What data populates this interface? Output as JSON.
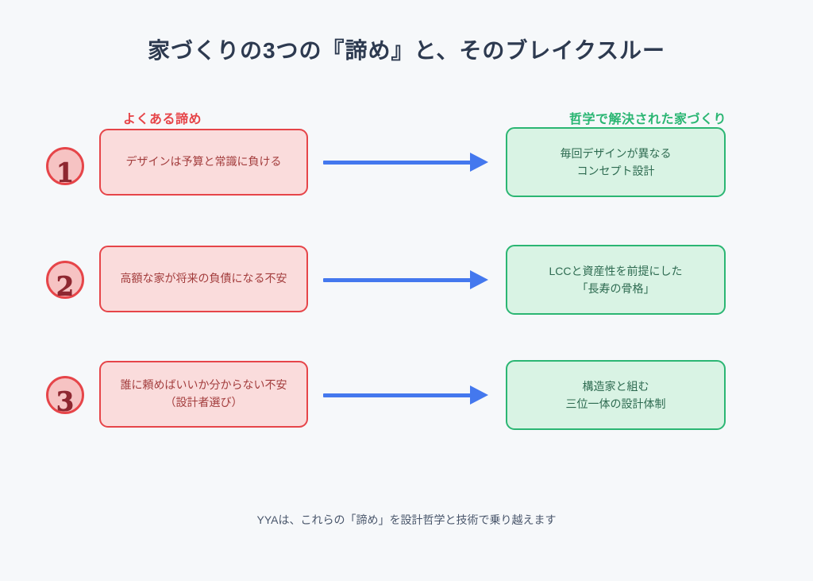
{
  "title": "家づくりの3つの『諦め』と、そのブレイクスルー",
  "columns": {
    "left_header": "よくある諦め",
    "right_header": "哲学で解決された家づくり"
  },
  "rows": [
    {
      "number": "1",
      "problem": "デザインは予算と常識に負ける",
      "solution": "毎回デザインが異なる\nコンセプト設計"
    },
    {
      "number": "2",
      "problem": "高額な家が将来の負債になる不安",
      "solution": "LCCと資産性を前提にした\n「長寿の骨格」"
    },
    {
      "number": "3",
      "problem": "誰に頼めばいいか分からない不安\n（設計者選び）",
      "solution": "構造家と組む\n三位一体の設計体制"
    }
  ],
  "footer": "YYAは、これらの「諦め」を設計哲学と技術で乗り越えます",
  "colors": {
    "bg": "#f6f8fa",
    "title_color": "#2d3a50",
    "accent_red": "#e64549",
    "red_fill": "#fadcdc",
    "red_text": "#a33d3d",
    "circle_fill": "#f6c3c3",
    "circle_digit": "#8e2730",
    "accent_green": "#2bb673",
    "green_fill": "#d9f3e4",
    "green_text": "#2e6b51",
    "arrow_blue": "#4478ee",
    "footer_color": "#49566b"
  }
}
